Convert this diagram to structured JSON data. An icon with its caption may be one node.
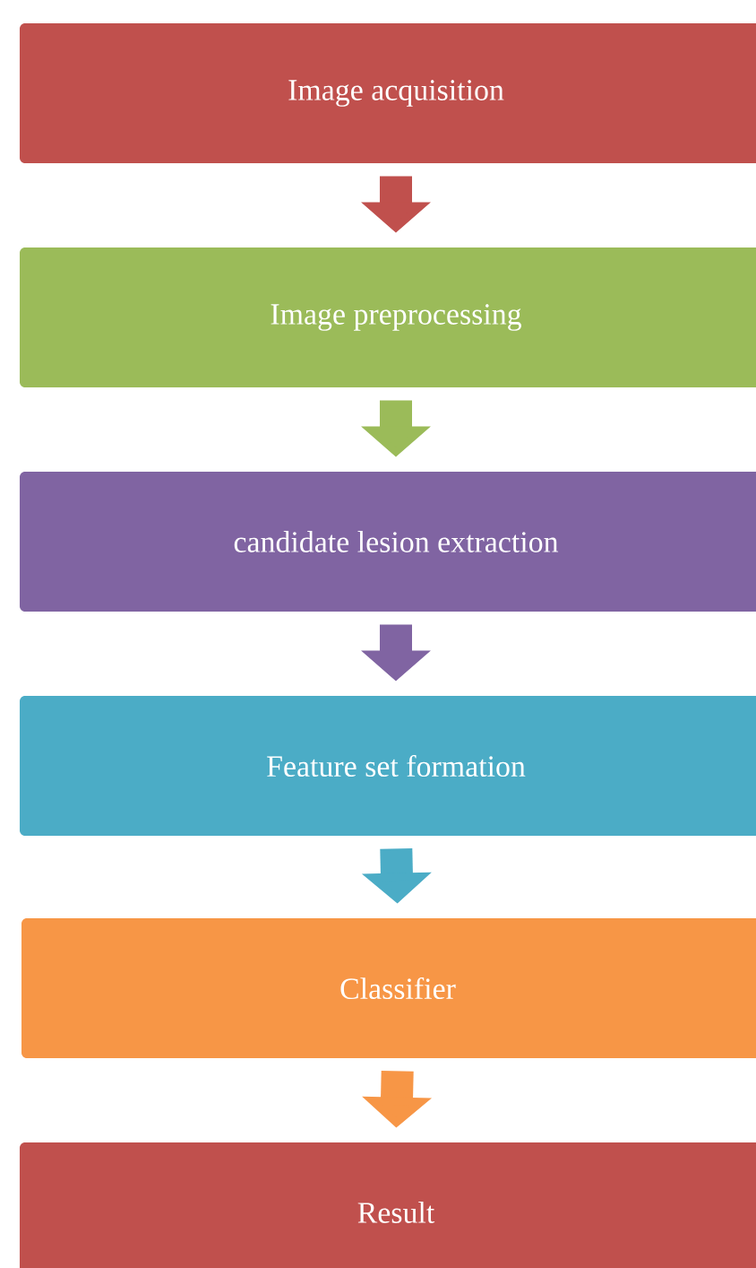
{
  "diagram": {
    "nodes": [
      {
        "text": [
          "Image acquisition"
        ]
      },
      {
        "text": [
          "Image preprocessing"
        ]
      },
      {
        "text": [
          "candidate lesion extraction"
        ]
      },
      {
        "text": [
          "Feature set formation"
        ]
      },
      {
        "text": [
          "Classifier"
        ]
      },
      {
        "text": [
          "Result"
        ]
      }
    ],
    "edges": [
      {
        "from": 0,
        "to": 1,
        "arrow": "to",
        "color": "#c0504d"
      },
      {
        "from": 1,
        "to": 2,
        "arrow": "to",
        "color": "#9bbb59"
      },
      {
        "from": 2,
        "to": 3,
        "arrow": "to",
        "color": "#8064a2"
      },
      {
        "from": 3,
        "to": 4,
        "arrow": "to",
        "color": "#4bacc6"
      },
      {
        "from": 4,
        "to": 5,
        "arrow": "to",
        "color": "#f79646"
      }
    ]
  }
}
